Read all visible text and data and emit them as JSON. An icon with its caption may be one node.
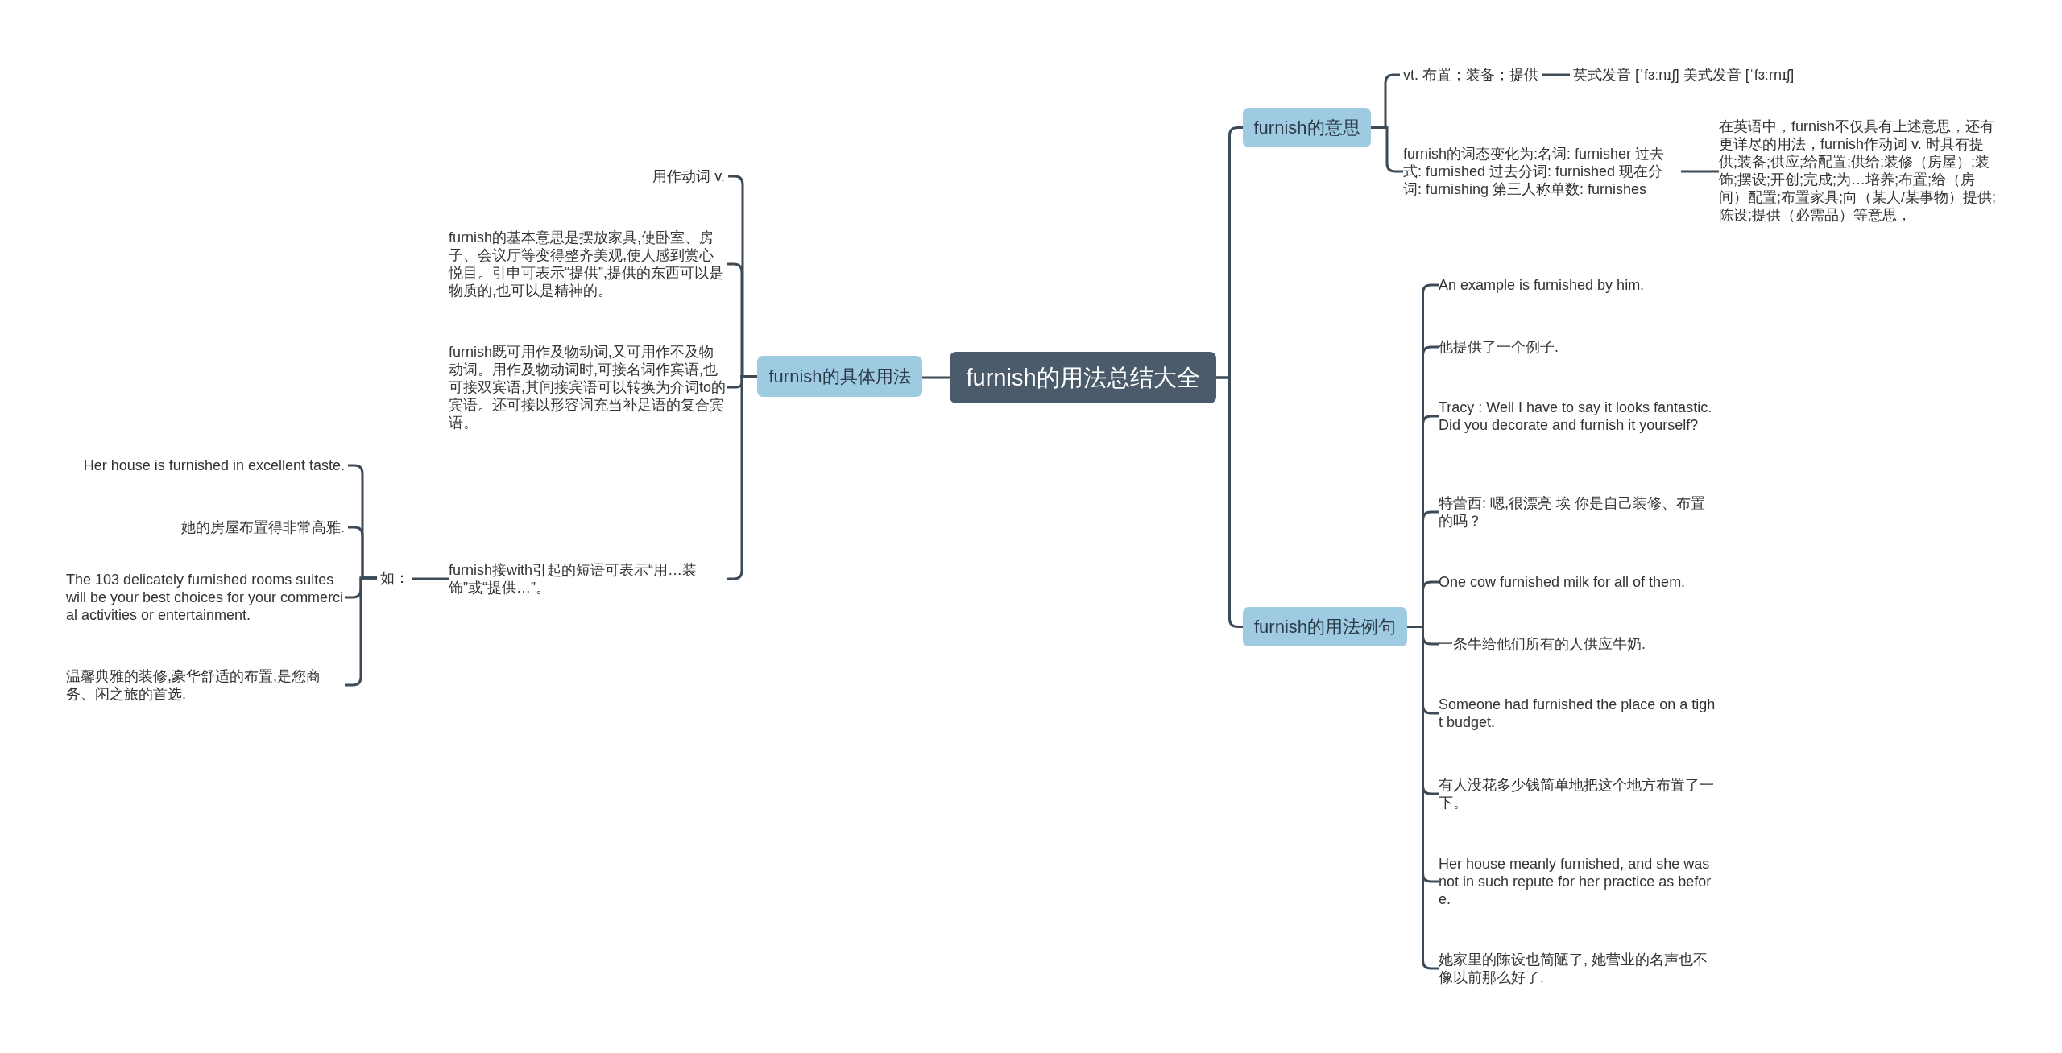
{
  "diagram": {
    "nodes": [
      {
        "text": [
          "furnish的用法总结大全"
        ]
      },
      {
        "text": [
          "furnish的具体用法"
        ]
      },
      {
        "text": [
          "用作动词 v."
        ]
      },
      {
        "text": [
          "furnish的基本意思是摆放家具,使卧室、房子、会议厅等变得整齐美观,使人感到赏心悦目。引申可表示“提供”,提供的东西可以是物质的,也可以是精神的。"
        ]
      },
      {
        "text": [
          "furnish既可用作及物动词,又可用作不及物动词。用作及物动词时,可接名词作宾语,也可接双宾语,其间接宾语可以转换为介词to的宾语。还可接以形容词充当补足语的复合宾语。"
        ]
      },
      {
        "text": [
          "furnish接with引起的短语可表示“用…装饰”或“提供…”。"
        ]
      },
      {
        "text": [
          "如："
        ]
      },
      {
        "text": [
          "Her house is furnished in excellent taste."
        ]
      },
      {
        "text": [
          "她的房屋布置得非常高雅."
        ]
      },
      {
        "text": [
          "The 103 delicately furnished rooms suites will be your best choices for your commercial activities or entertainment."
        ]
      },
      {
        "text": [
          "温馨典雅的装修,豪华舒适的布置,是您商务、闲之旅的首选."
        ]
      },
      {
        "text": [
          "furnish的意思"
        ]
      },
      {
        "text": [
          "vt. 布置；装备；提供"
        ]
      },
      {
        "text": [
          "英式发音 [ˈfɜːnɪʃ] 美式发音 [ˈfɜːrnɪʃ]"
        ]
      },
      {
        "text": [
          "furnish的词态变化为:名词: furnisher 过去式: furnished 过去分词: furnished 现在分词: furnishing 第三人称单数: furnishes"
        ]
      },
      {
        "text": [
          "在英语中，furnish不仅具有上述意思，还有更详尽的用法，furnish作动词 v. 时具有提供;装备;供应;给配置;供给;装修（房屋）;装饰;摆设;开创;完成;为…培养;布置;给（房间）配置;布置家具;向（某人/某事物）提供;陈设;提供（必需品）等意思，"
        ]
      },
      {
        "text": [
          "furnish的用法例句"
        ]
      },
      {
        "text": [
          "An example is furnished by him."
        ]
      },
      {
        "text": [
          "他提供了一个例子."
        ]
      },
      {
        "text": [
          "Tracy : Well I have to say it looks fantastic. Did you decorate and furnish it yourself?"
        ]
      },
      {
        "text": [
          "特蕾西: 嗯,很漂亮 埃 你是自己装修、布置的吗？"
        ]
      },
      {
        "text": [
          "One cow furnished milk for all of them."
        ]
      },
      {
        "text": [
          "一条牛给他们所有的人供应牛奶."
        ]
      },
      {
        "text": [
          "Someone had furnished the place on a tight budget."
        ]
      },
      {
        "text": [
          "有人没花多少钱简单地把这个地方布置了一下。"
        ]
      },
      {
        "text": [
          "Her house meanly furnished, and she was not in such repute for her practice as before."
        ]
      },
      {
        "text": [
          "她家里的陈设也简陋了, 她营业的名声也不像以前那么好了."
        ]
      }
    ],
    "edges": [
      {
        "from": 0,
        "to": 1,
        "arrow": "none"
      },
      {
        "from": 1,
        "to": 2,
        "arrow": "none"
      },
      {
        "from": 1,
        "to": 3,
        "arrow": "none"
      },
      {
        "from": 1,
        "to": 4,
        "arrow": "none"
      },
      {
        "from": 1,
        "to": 5,
        "arrow": "none"
      },
      {
        "from": 5,
        "to": 6,
        "arrow": "none"
      },
      {
        "from": 6,
        "to": 7,
        "arrow": "none"
      },
      {
        "from": 6,
        "to": 8,
        "arrow": "none"
      },
      {
        "from": 6,
        "to": 9,
        "arrow": "none"
      },
      {
        "from": 6,
        "to": 10,
        "arrow": "none"
      },
      {
        "from": 0,
        "to": 11,
        "arrow": "none"
      },
      {
        "from": 11,
        "to": 12,
        "arrow": "none"
      },
      {
        "from": 12,
        "to": 13,
        "arrow": "none"
      },
      {
        "from": 11,
        "to": 14,
        "arrow": "none"
      },
      {
        "from": 14,
        "to": 15,
        "arrow": "none"
      },
      {
        "from": 0,
        "to": 16,
        "arrow": "none"
      },
      {
        "from": 16,
        "to": 17,
        "arrow": "none"
      },
      {
        "from": 16,
        "to": 18,
        "arrow": "none"
      },
      {
        "from": 16,
        "to": 19,
        "arrow": "none"
      },
      {
        "from": 16,
        "to": 20,
        "arrow": "none"
      },
      {
        "from": 16,
        "to": 21,
        "arrow": "none"
      },
      {
        "from": 16,
        "to": 22,
        "arrow": "none"
      },
      {
        "from": 16,
        "to": 23,
        "arrow": "none"
      },
      {
        "from": 16,
        "to": 24,
        "arrow": "none"
      },
      {
        "from": 16,
        "to": 25,
        "arrow": "none"
      },
      {
        "from": 16,
        "to": 26,
        "arrow": "none"
      }
    ]
  }
}
